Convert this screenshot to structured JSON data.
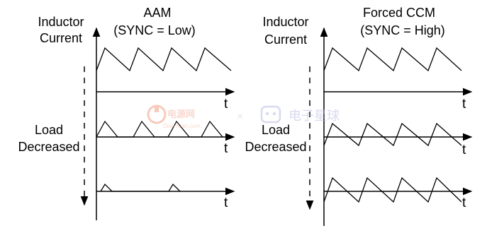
{
  "left_panel": {
    "title_line1": "AAM",
    "title_line2": "(SYNC = Low)",
    "y_label_line1": "Inductor",
    "y_label_line2": "Current",
    "side_label_line1": "Load",
    "side_label_line2": "Decreased",
    "axis_labels": [
      "t",
      "t",
      "t"
    ]
  },
  "right_panel": {
    "title_line1": "Forced CCM",
    "title_line2": "(SYNC = High)",
    "y_label_line1": "Inductor",
    "y_label_line2": "Current",
    "side_label_line1": "Load",
    "side_label_line2": "Decreased",
    "axis_labels": [
      "t",
      "t",
      "t"
    ]
  },
  "watermark": {
    "logo_text": "电源网",
    "logo_subtext": "DianYuan.com",
    "separator": "×",
    "brand_text": "电子星球"
  }
}
